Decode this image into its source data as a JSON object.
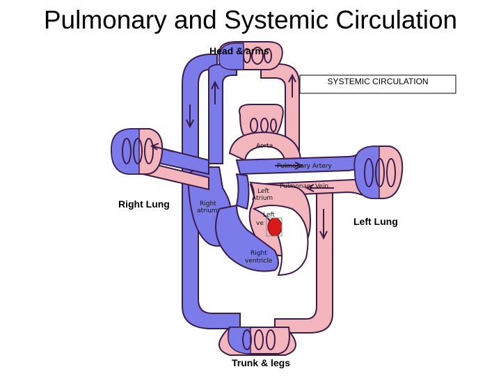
{
  "title": "Pulmonary and Systemic Circulation",
  "labels": {
    "head_arms": "Head & arms",
    "systemic_box": "SYSTEMIC CIRCULATION",
    "aorta": "Aorta",
    "pulmonary_artery": "Pulmonary Artery",
    "pulmonary_vein": "Pulmonary Vein",
    "left_atrium_1": "Left",
    "left_atrium_2": "Atrium",
    "right_atrium_1": "Right",
    "right_atrium_2": "atrium",
    "left_ventricle_1": "Left",
    "left_ventricle_2": "ve",
    "right_ventricle_1": "Right",
    "right_ventricle_2": "ventricle",
    "right_lung": "Right Lung",
    "left_lung": "Left Lung",
    "trunk_legs": "Trunk & legs"
  },
  "colors": {
    "oxygenated": "#f4b6bd",
    "deoxygenated": "#7b7bea",
    "outline": "#3a1c4a",
    "heart_marker": "#d81a1a"
  }
}
